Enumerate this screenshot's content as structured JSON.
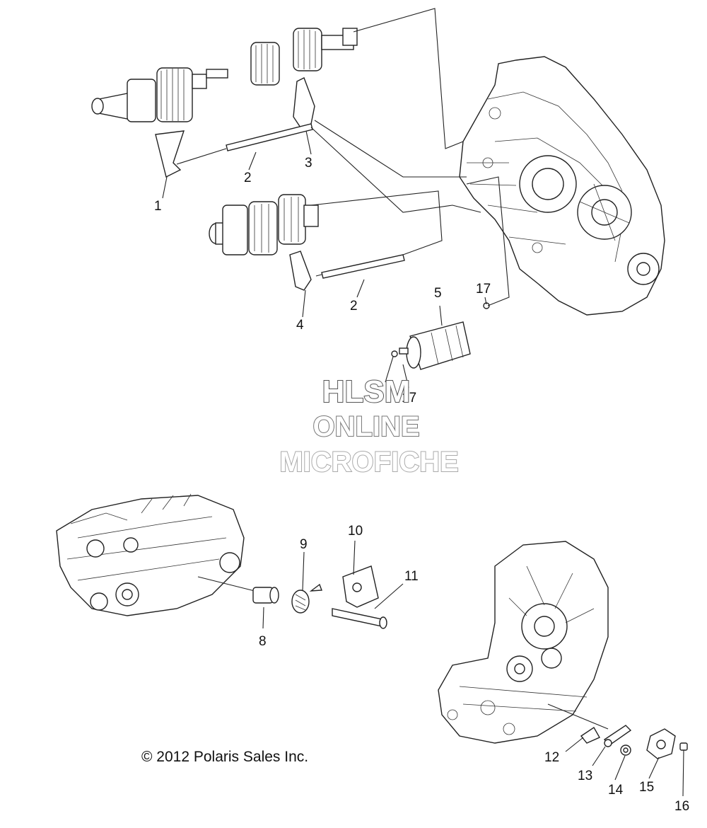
{
  "watermark": {
    "line1": "HLSM",
    "line2": "ONLINE",
    "line3": "MICROFICHE"
  },
  "copyright": "© 2012 Polaris Sales Inc.",
  "callouts": [
    "1",
    "2",
    "3",
    "2",
    "4",
    "5",
    "17",
    "17",
    "8",
    "9",
    "10",
    "11",
    "12",
    "13",
    "14",
    "15",
    "16"
  ],
  "colors": {
    "ink": "#222222",
    "watermark1": "#555555",
    "watermark2": "#777777",
    "watermark3": "#aaaaaa"
  }
}
